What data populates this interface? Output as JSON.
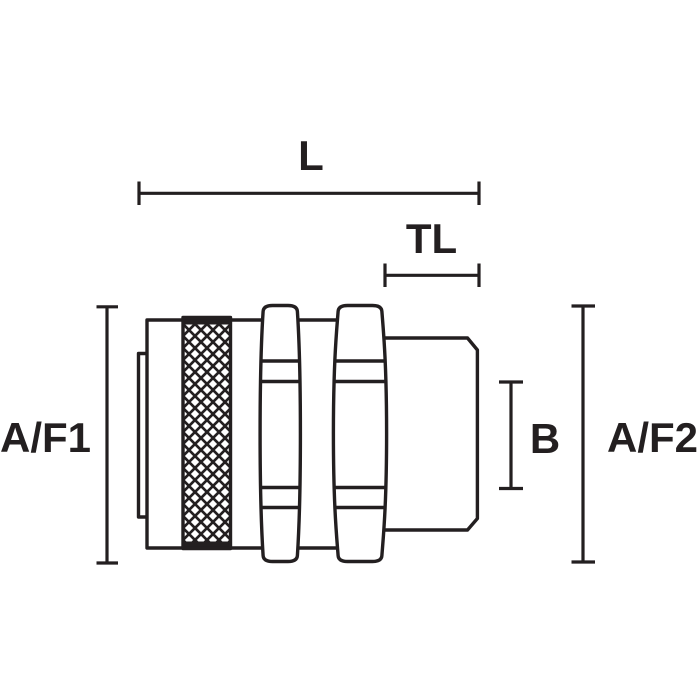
{
  "drawing": {
    "title": "Conduit fitting side-view technical drawing",
    "background_color": "#ffffff",
    "stroke_color": "#231f20",
    "labels": {
      "overall_length": "L",
      "thread_length": "TL",
      "across_flats_left": "A/F1",
      "across_flats_right": "A/F2",
      "bore": "B"
    }
  }
}
